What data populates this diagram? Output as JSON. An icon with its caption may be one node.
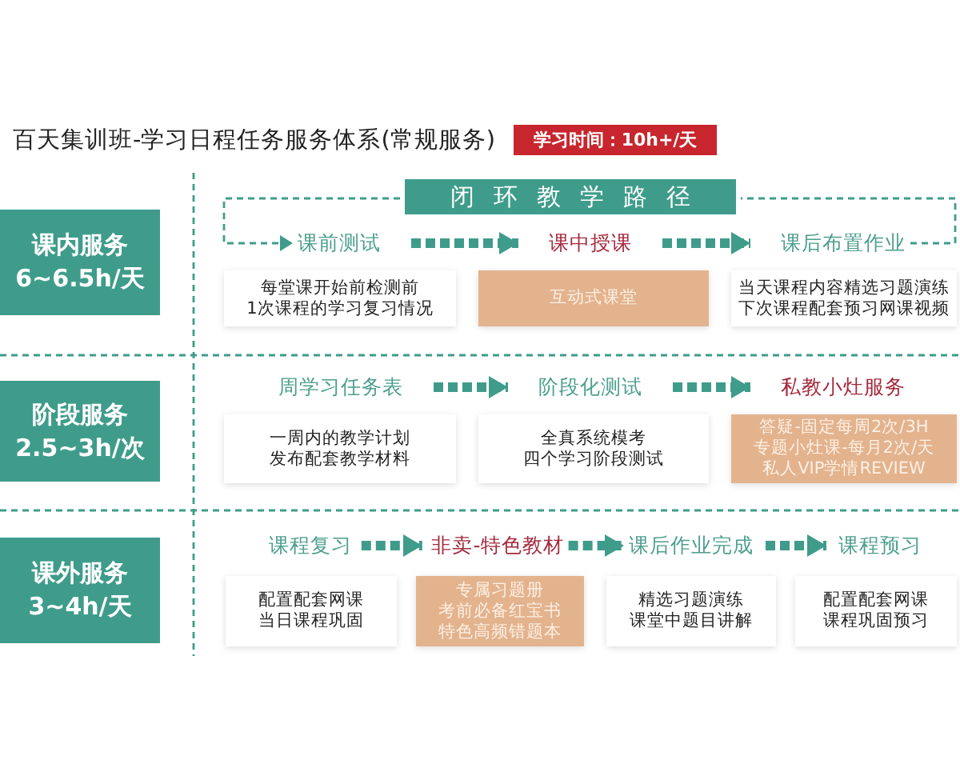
{
  "diagram": {
    "title": "百天集训班-学习日程任务服务体系(常规服务)",
    "nodes": [
      {
        "text": [
          "学习时间：10h+/天"
        ]
      },
      {
        "text": [
          "闭环教学路径"
        ]
      },
      {
        "text": [
          "课内服务",
          "6~6.5h/天"
        ]
      },
      {
        "text": [
          "课前测试"
        ]
      },
      {
        "text": [
          "课中授课"
        ]
      },
      {
        "text": [
          "课后布置作业"
        ]
      },
      {
        "text": [
          "每堂课开始前检测前",
          "1次课程的学习复习情况"
        ]
      },
      {
        "text": [
          "互动式课堂"
        ]
      },
      {
        "text": [
          "当天课程内容精选习题演练",
          "下次课程配套预习网课视频"
        ]
      },
      {
        "text": [
          "阶段服务",
          "2.5~3h/次"
        ]
      },
      {
        "text": [
          "周学习任务表"
        ]
      },
      {
        "text": [
          "阶段化测试"
        ]
      },
      {
        "text": [
          "私教小灶服务"
        ]
      },
      {
        "text": [
          "一周内的教学计划",
          "发布配套教学材料"
        ]
      },
      {
        "text": [
          "全真系统模考",
          "四个学习阶段测试"
        ]
      },
      {
        "text": [
          "答疑-固定每周2次/3H",
          "专题小灶课-每月2次/天",
          "私人VIP学情REVIEW"
        ]
      },
      {
        "text": [
          "课外服务",
          "3~4h/天"
        ]
      },
      {
        "text": [
          "课程复习"
        ]
      },
      {
        "text": [
          "非卖-特色教材"
        ]
      },
      {
        "text": [
          "课后作业完成"
        ]
      },
      {
        "text": [
          "课程预习"
        ]
      },
      {
        "text": [
          "配置配套网课",
          "当日课程巩固"
        ]
      },
      {
        "text": [
          "专属习题册",
          "考前必备红宝书",
          "特色高频错题本"
        ]
      },
      {
        "text": [
          "精选习题演练",
          "课堂中题目讲解"
        ]
      },
      {
        "text": [
          "配置配套网课",
          "课程巩固预习"
        ]
      }
    ],
    "edges": [
      {
        "from": 3,
        "to": 4,
        "arrow": "to"
      },
      {
        "from": 4,
        "to": 5,
        "arrow": "to"
      },
      {
        "from": 10,
        "to": 11,
        "arrow": "to"
      },
      {
        "from": 11,
        "to": 12,
        "arrow": "to"
      },
      {
        "from": 17,
        "to": 18,
        "arrow": "to"
      },
      {
        "from": 18,
        "to": 19,
        "arrow": "to"
      },
      {
        "from": 19,
        "to": 20,
        "arrow": "to"
      },
      {
        "from": 5,
        "to": 1,
        "arrow": "none",
        "style": "dashed"
      },
      {
        "from": 1,
        "to": 3,
        "arrow": "to",
        "style": "dashed"
      }
    ]
  }
}
